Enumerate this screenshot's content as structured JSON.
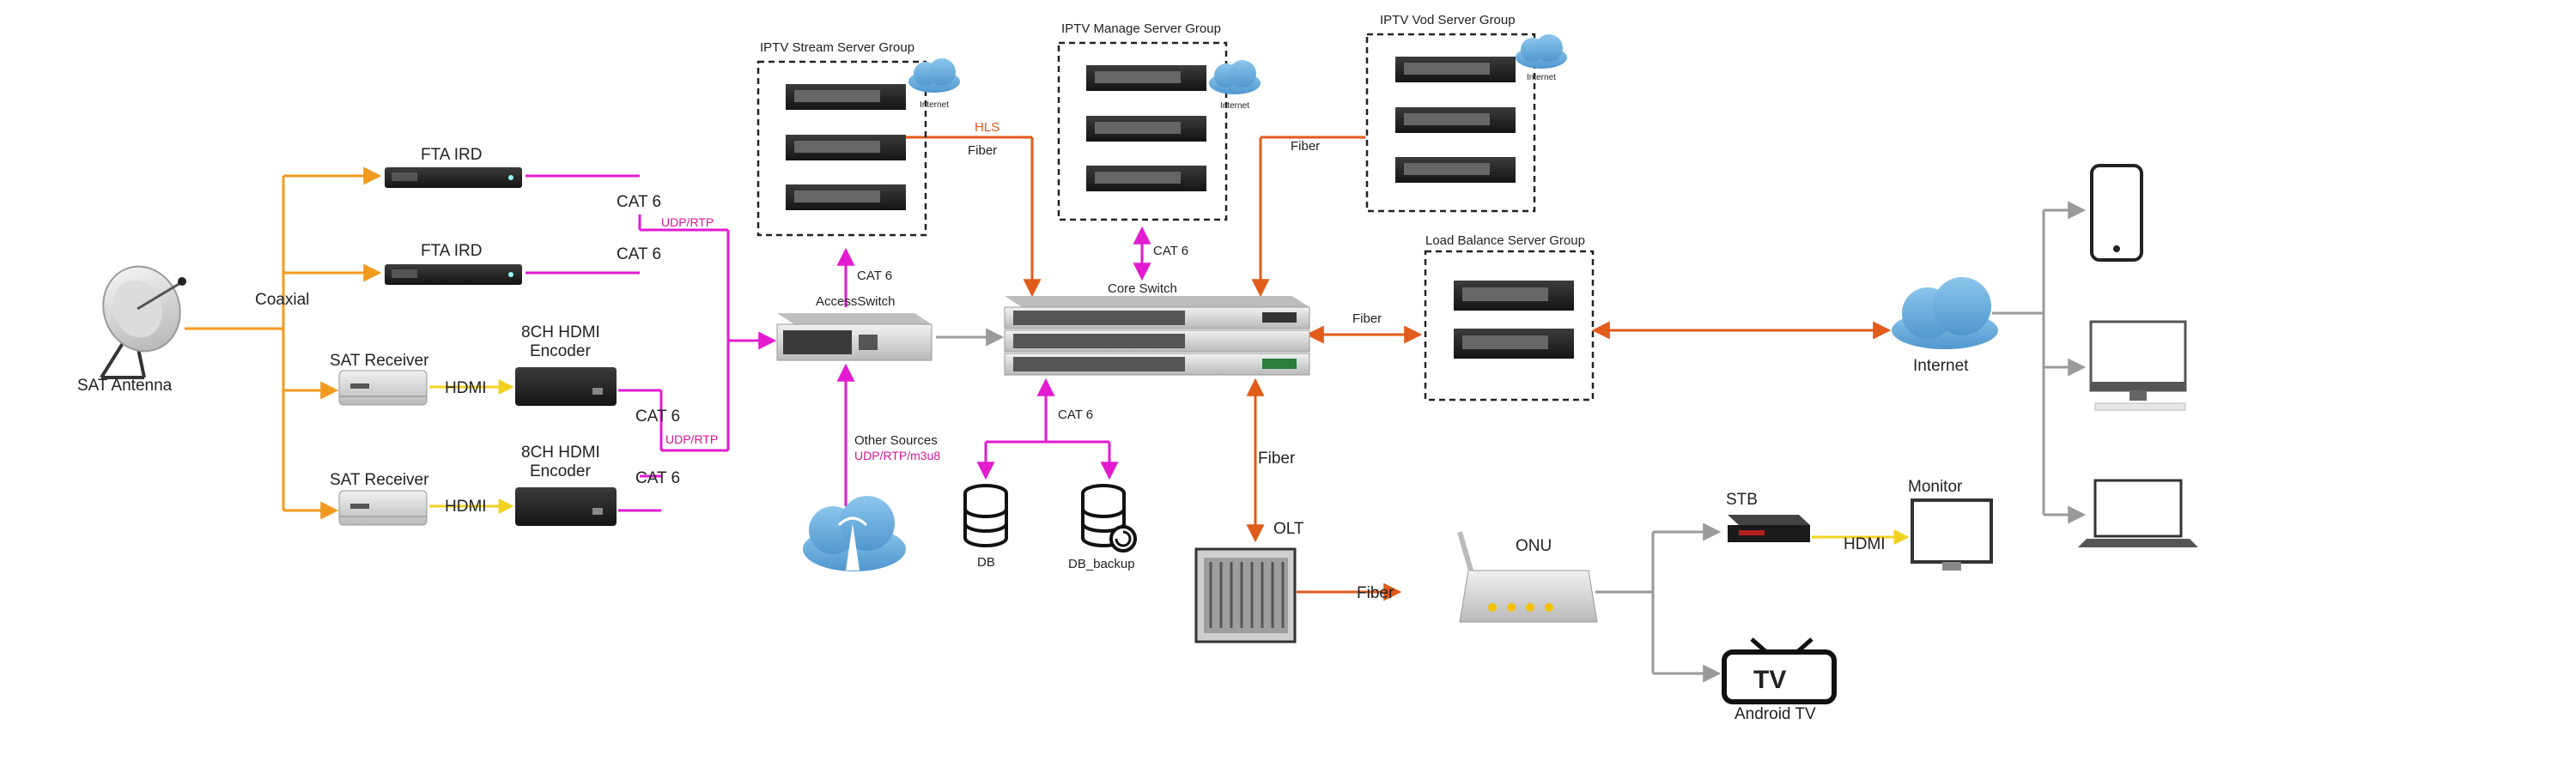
{
  "colors": {
    "orange": "#f29a1f",
    "magenta": "#e21bd0",
    "fiber": "#e15b1a",
    "gray": "#9a9a9a",
    "cloud": "#6aaed9",
    "server": "#2b2b2b"
  },
  "labels": {
    "sat_antenna": "SAT Antenna",
    "coaxial": "Coaxial",
    "fta_ird_1": "FTA IRD",
    "fta_ird_2": "FTA IRD",
    "sat_receiver_1": "SAT Receiver",
    "sat_receiver_2": "SAT Receiver",
    "hdmi_1": "HDMI",
    "hdmi_2": "HDMI",
    "encoder_1_line1": "8CH HDMI",
    "encoder_1_line2": "Encoder",
    "encoder_2_line1": "8CH HDMI",
    "encoder_2_line2": "Encoder",
    "cat6_a": "CAT 6",
    "cat6_b": "CAT 6",
    "cat6_c": "CAT 6",
    "cat6_d": "CAT 6",
    "udp_rtp_1": "UDP/RTP",
    "udp_rtp_2": "UDP/RTP",
    "access_switch": "AccessSwitch",
    "cat6_access_up": "CAT 6",
    "other_sources": "Other Sources",
    "other_sources_proto": "UDP/RTP/m3u8",
    "stream_group": "IPTV Stream Server Group",
    "manage_group": "IPTV Manage Server Group",
    "vod_group": "IPTV Vod Server Group",
    "internet_small_1": "Internet",
    "internet_small_2": "Internet",
    "internet_small_3": "Internet",
    "hls": "HLS",
    "fiber_stream": "Fiber",
    "fiber_vod": "Fiber",
    "cat6_manage": "CAT 6",
    "core_switch": "Core Switch",
    "cat6_db": "CAT 6",
    "db": "DB",
    "db_backup": "DB_backup",
    "fiber_lb": "Fiber",
    "load_balance_group": "Load Balance Server Group",
    "internet": "Internet",
    "fiber_olt": "Fiber",
    "olt": "OLT",
    "fiber_onu": "Fiber",
    "onu": "ONU",
    "stb": "STB",
    "hdmi_monitor": "HDMI",
    "monitor": "Monitor",
    "android_tv": "Android TV",
    "tv_logo": "TV"
  }
}
